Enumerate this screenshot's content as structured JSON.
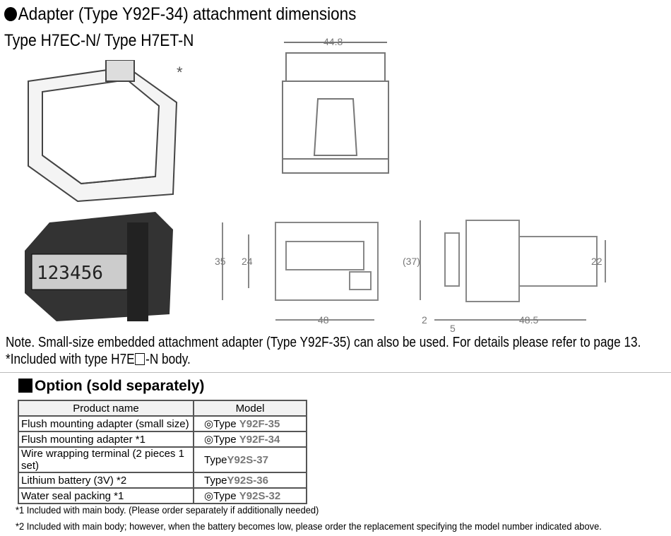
{
  "title": "Adapter (Type Y92F-34) attachment dimensions",
  "subtitle": "Type H7EC-N/ Type H7ET-N",
  "asterisk": "*",
  "display_digits": "123456",
  "dims": {
    "top_width": "44.8",
    "h35": "35",
    "h24": "24",
    "w48": "48",
    "h37": "(37)",
    "d2": "2",
    "d5": "5",
    "d48_5": "48.5",
    "h22": "22"
  },
  "notes": {
    "note1": "Note. Small-size embedded attachment adapter (Type Y92F-35) can also be used. For details please refer to page 13.",
    "note2_pre": "*Included with type H7E",
    "note2_post": "-N body."
  },
  "option": {
    "heading": "Option (sold separately)",
    "headers": [
      "Product name",
      "Model"
    ],
    "rows": [
      {
        "name": "Flush mounting adapter (small size)",
        "prefix": "◎Type ",
        "model": "Y92F-35"
      },
      {
        "name": "Flush mounting adapter *1",
        "prefix": "◎Type ",
        "model": "Y92F-34"
      },
      {
        "name": "Wire wrapping terminal (2 pieces 1 set)",
        "prefix": "Type",
        "model": "Y92S-37"
      },
      {
        "name": "Lithium battery  (3V)  *2",
        "prefix": "Type",
        "model": "Y92S-36"
      },
      {
        "name": "Water seal packing  *1",
        "prefix": "◎Type ",
        "model": "Y92S-32"
      }
    ]
  },
  "footnotes": [
    "*1 Included with main body. (Please order separately if additionally needed)",
    "*2 Included with main body; however, when the battery becomes low, please order the replacement specifying the model number indicated above."
  ]
}
